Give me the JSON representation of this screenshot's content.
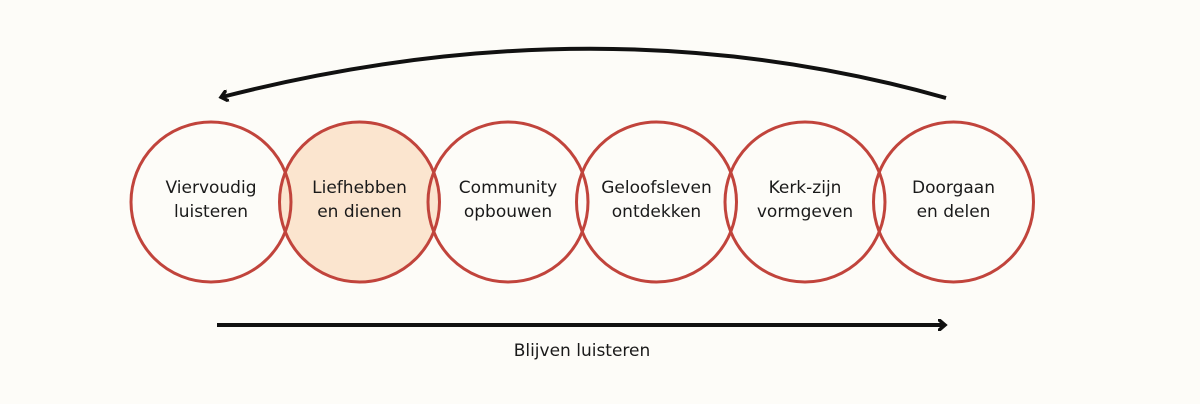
{
  "colors": {
    "stroke": "#c1443c",
    "highlight_fill": "#fbe5cf",
    "arrow": "#111111"
  },
  "circles": [
    {
      "line1": "Viervoudig",
      "line2": "luisteren",
      "highlighted": false
    },
    {
      "line1": "Liefhebben",
      "line2": "en dienen",
      "highlighted": true
    },
    {
      "line1": "Community",
      "line2": "opbouwen",
      "highlighted": false
    },
    {
      "line1": "Geloofsleven",
      "line2": "ontdekken",
      "highlighted": false
    },
    {
      "line1": "Kerk-zijn",
      "line2": "vormgeven",
      "highlighted": false
    },
    {
      "line1": "Doorgaan",
      "line2": "en delen",
      "highlighted": false
    }
  ],
  "bottom_label": "Blijven luisteren"
}
